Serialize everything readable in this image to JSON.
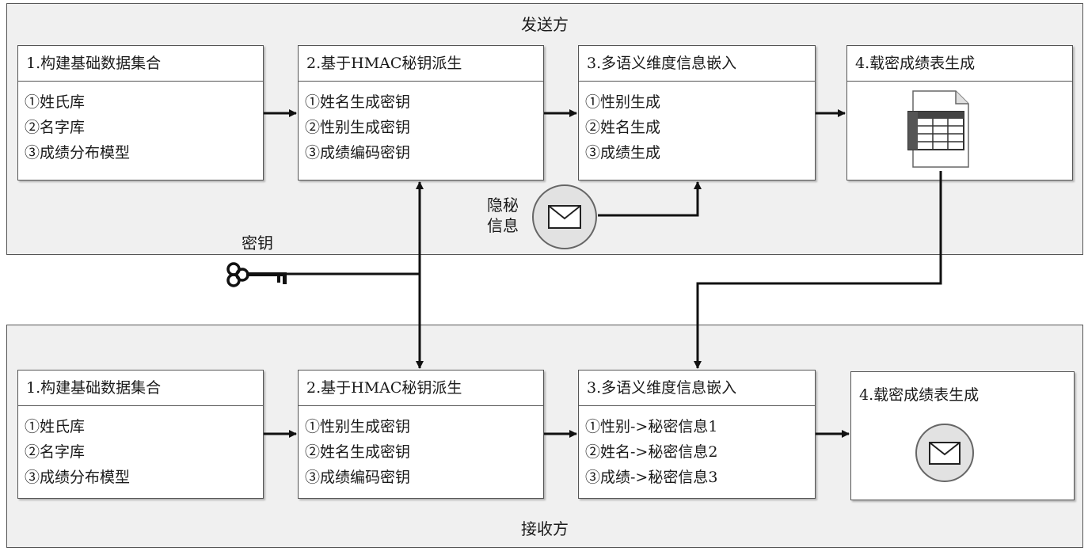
{
  "sender": {
    "title": "发送方",
    "steps": [
      {
        "title": "1.构建基础数据集合",
        "items": [
          "①姓氏库",
          "②名字库",
          "③成绩分布模型"
        ]
      },
      {
        "title": "2.基于HMAC秘钥派生",
        "items": [
          "①姓名生成密钥",
          "②性别生成密钥",
          "③成绩编码密钥"
        ]
      },
      {
        "title": "3.多语义维度信息嵌入",
        "items": [
          "①性别生成",
          "②姓名生成",
          "③成绩生成"
        ]
      },
      {
        "title": "4.载密成绩表生成",
        "icon": "spreadsheet-icon"
      }
    ],
    "secret_label": [
      "隐秘",
      "信息"
    ],
    "secret_icon": "envelope-icon"
  },
  "key_label": "密钥",
  "key_icon": "key-icon",
  "receiver": {
    "title": "接收方",
    "steps": [
      {
        "title": "1.构建基础数据集合",
        "items": [
          "①姓氏库",
          "②名字库",
          "③成绩分布模型"
        ]
      },
      {
        "title": "2.基于HMAC秘钥派生",
        "items": [
          "①性别生成密钥",
          "②姓名生成密钥",
          "③成绩编码密钥"
        ]
      },
      {
        "title": "3.多语义维度信息嵌入",
        "items": [
          "①性别->秘密信息1",
          "②姓名->秘密信息2",
          "③成绩->秘密信息3"
        ]
      },
      {
        "title": "4.载密成绩表生成",
        "icon": "envelope-icon"
      }
    ]
  }
}
